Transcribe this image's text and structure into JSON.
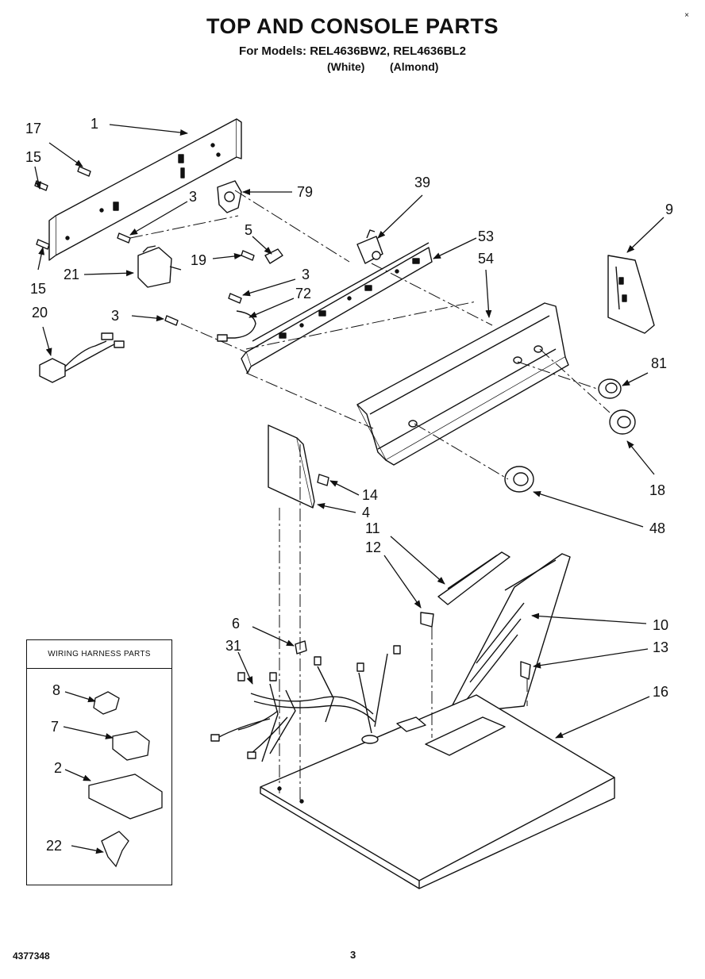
{
  "header": {
    "title": "TOP AND CONSOLE PARTS",
    "models_line": "For Models: REL4636BW2, REL4636BL2",
    "color_white": "(White)",
    "color_almond": "(Almond)",
    "corner_mark": "×"
  },
  "legend": {
    "heading": "WIRING HARNESS PARTS",
    "items": [
      "8",
      "7",
      "2",
      "22"
    ]
  },
  "callouts": [
    "1",
    "17",
    "15",
    "3",
    "79",
    "39",
    "9",
    "5",
    "53",
    "54",
    "19",
    "21",
    "15",
    "3",
    "72",
    "20",
    "3",
    "81",
    "18",
    "14",
    "4",
    "48",
    "11",
    "12",
    "6",
    "31",
    "10",
    "13",
    "16"
  ],
  "footer": {
    "doc_number": "4377348",
    "page_number": "3"
  }
}
